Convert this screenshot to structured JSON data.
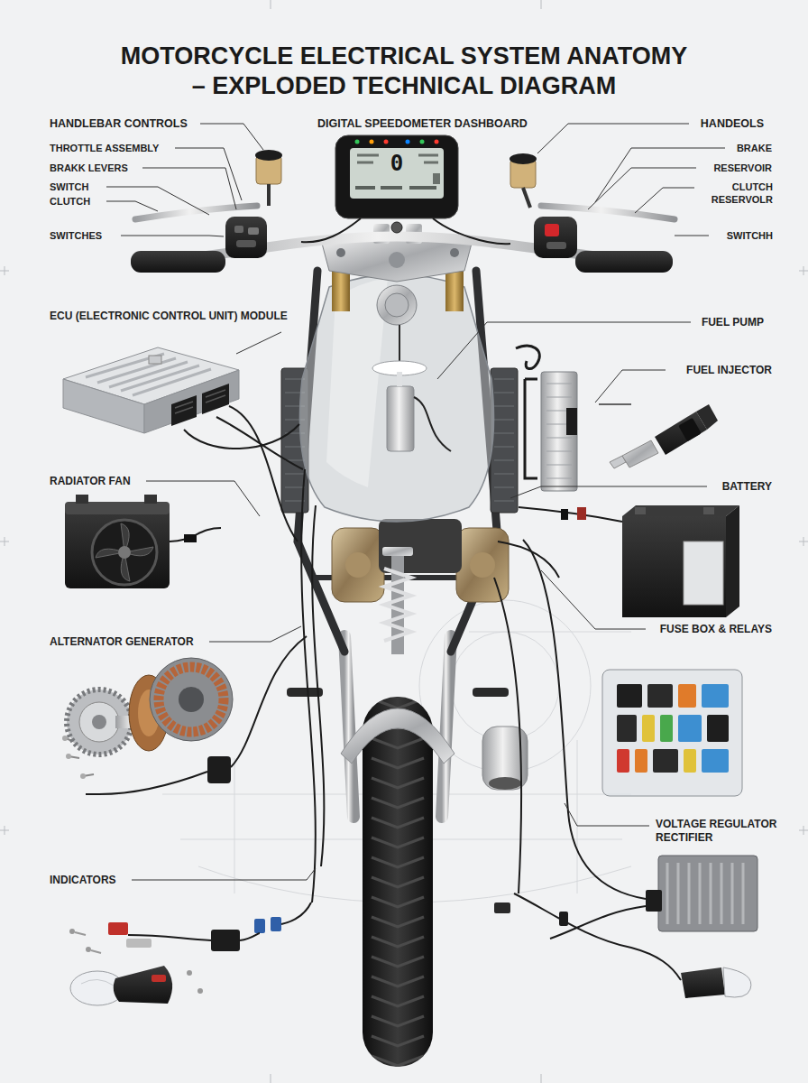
{
  "diagram": {
    "title": "MOTORCYCLE ELECTRICAL SYSTEM ANATOMY – EXPLODED TECHNICAL DIAGRAM",
    "labels": [
      "HANDLEBAR CONTROLS",
      "DIGITAL SPEEDOMETER DASHBOARD",
      "HANDEOLS",
      "THROTTLE ASSEMBLY",
      "BRAKE",
      "BRAKK LEVERS",
      "RESERVOIR",
      "SWITCH",
      "CLUTCH RESERVOLR",
      "CLUTCH",
      "SWITCHES",
      "SWITCHH",
      "0",
      "ECU (ELECTRONIC CONTROL UNIT) MODULE",
      "FUEL PUMP",
      "FUEL INJECTOR",
      "RADIATOR FAN",
      "BATTERY",
      "FUSE BOX & RELAYS",
      "ALTERNATOR GENERATOR",
      "VOLTAGE REGULATOR RECTIFIER",
      "INDICATORS"
    ]
  }
}
